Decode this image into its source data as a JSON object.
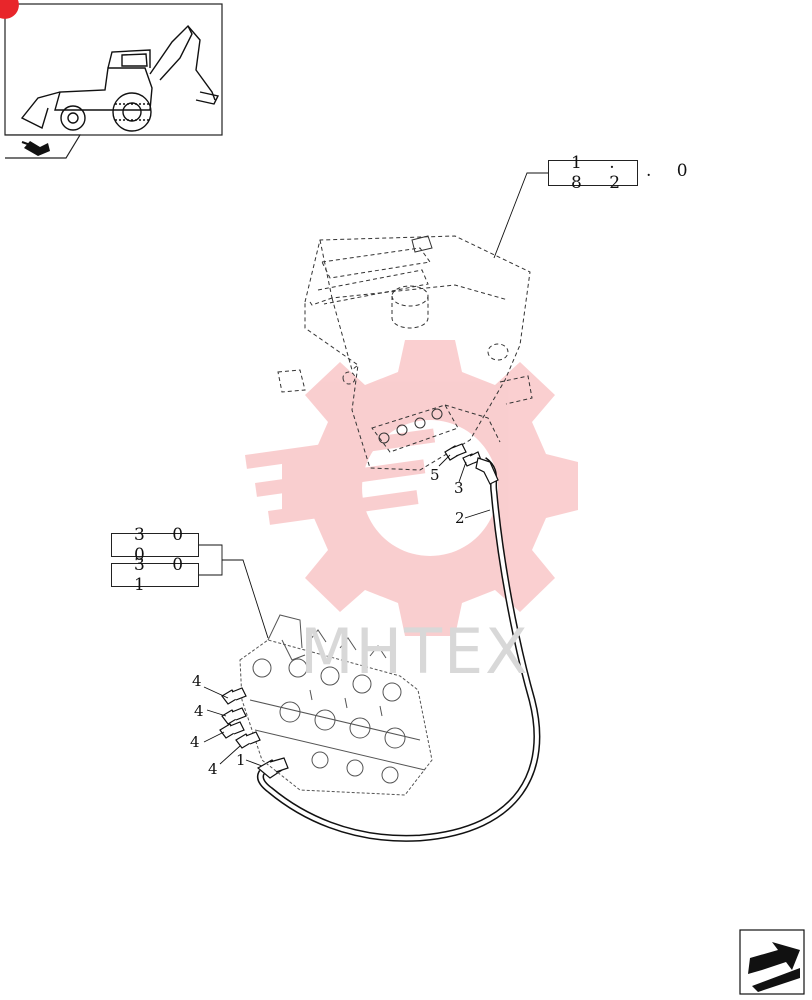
{
  "references": {
    "ref_a": {
      "boxed": "1 . 8 2",
      "suffix": ". 0"
    },
    "ref_b": "3 0 0",
    "ref_c": "3 0 1"
  },
  "callouts": [
    "1",
    "2",
    "3",
    "4",
    "4",
    "4",
    "4",
    "5"
  ],
  "watermark": {
    "text": "MHTEX",
    "color": "#e8262b"
  },
  "icons": {
    "thumbnail": "backhoe-loader-icon",
    "corner_badge": "red-corner-badge-icon",
    "small_arrow": "next-page-arrow-icon",
    "nav_arrow": "next-page-arrow-icon"
  }
}
